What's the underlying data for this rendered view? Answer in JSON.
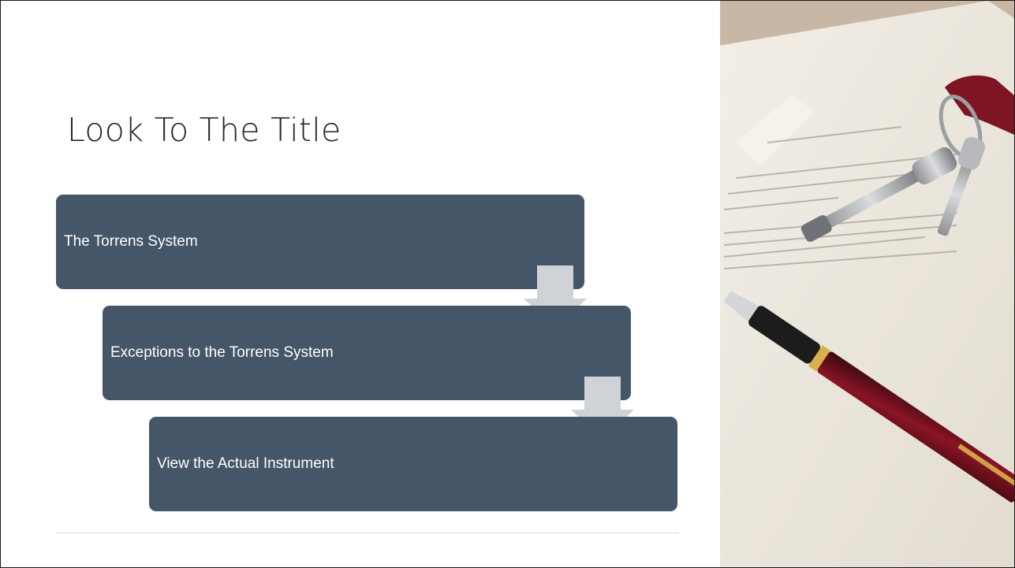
{
  "slide": {
    "title": "Look To The Title"
  },
  "process": {
    "steps": [
      {
        "label": "The Torrens System"
      },
      {
        "label": "Exceptions to the Torrens System"
      },
      {
        "label": "View the Actual Instrument"
      }
    ]
  },
  "colors": {
    "step_fill": "#465669",
    "arrow_fill": "#cfd3d8",
    "title_text": "#262626"
  },
  "image": {
    "description_icon": "document-keys-pen-photo"
  }
}
